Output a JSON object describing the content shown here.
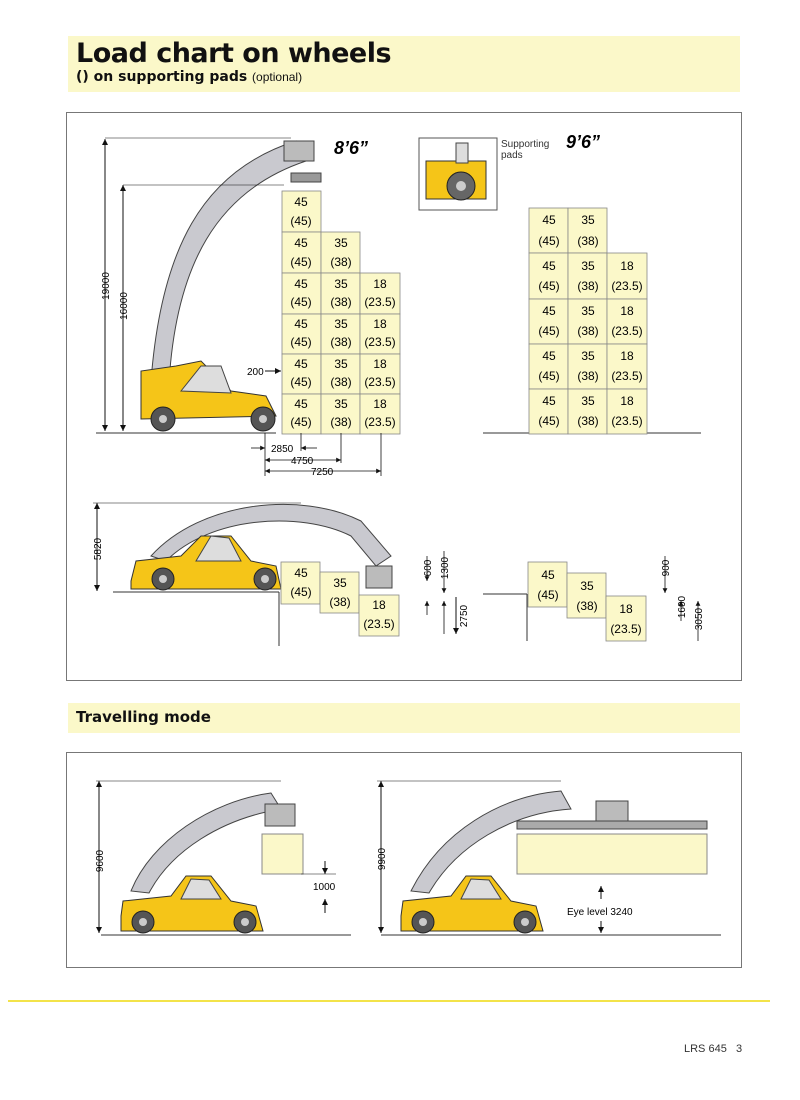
{
  "header": {
    "title": "Load chart on wheels",
    "subtitle": "() on supporting pads",
    "subtitle_note": "(optional)"
  },
  "load_chart": {
    "label_86": "8’6”",
    "label_96": "9’6”",
    "supporting_pads_line1": "Supporting",
    "supporting_pads_line2": "pads",
    "cell_45": "45",
    "cell_45p": "(45)",
    "cell_35": "35",
    "cell_38p": "(38)",
    "cell_18": "18",
    "cell_235p": "(23.5)",
    "dim_19000": "19000",
    "dim_16000": "16000",
    "dim_200": "200",
    "dim_2850": "2850",
    "dim_4750": "4750",
    "dim_7250": "7250",
    "dim_5820": "5820",
    "dim_600": "600",
    "dim_1300": "1300",
    "dim_2750": "2750",
    "dim_900": "900",
    "dim_1600": "1600",
    "dim_3050": "3050"
  },
  "travelling": {
    "title": "Travelling mode",
    "dim_9600": "9600",
    "dim_1000": "1000",
    "dim_9900": "9900",
    "eye_level": "Eye level 3240"
  },
  "footer": {
    "model": "LRS 645",
    "page": "3"
  },
  "colors": {
    "header_bg": "#fbf8c9",
    "cell_bg": "#fbf8c9",
    "machine_yellow": "#f5c518",
    "boom_gray": "#c9c9cf"
  }
}
